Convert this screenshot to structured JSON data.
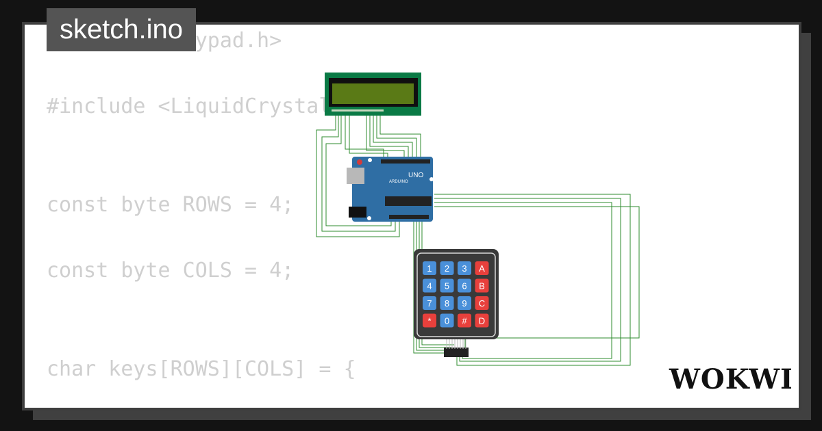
{
  "header": {
    "title": "sketch.ino"
  },
  "code": {
    "lines": [
      "#include <Keypad.h>",
      "",
      "#include <LiquidCrystal.h>",
      "",
      "",
      "const byte ROWS = 4;",
      "",
      "const byte COLS = 4;",
      "",
      "",
      "char keys[ROWS][COLS] = {"
    ]
  },
  "arduino": {
    "model": "UNO",
    "brand": "ARDUINO"
  },
  "keypad": {
    "keys": [
      "1",
      "2",
      "3",
      "A",
      "4",
      "5",
      "6",
      "B",
      "7",
      "8",
      "9",
      "C",
      "*",
      "0",
      "#",
      "D"
    ]
  },
  "brand": {
    "logo_text": "WOKWI"
  },
  "colors": {
    "background": "#131313",
    "card": "#ffffff",
    "code_text": "#cfcfcf",
    "title_box": "#545454",
    "wire": "#2e8b2e",
    "lcd_board": "#0a7a45",
    "lcd_screen": "#5a7a16",
    "arduino_board": "#2f6ea4",
    "keypad_body": "#3a3a3a",
    "key_blue": "#4a90d9",
    "key_red": "#e8403c"
  }
}
